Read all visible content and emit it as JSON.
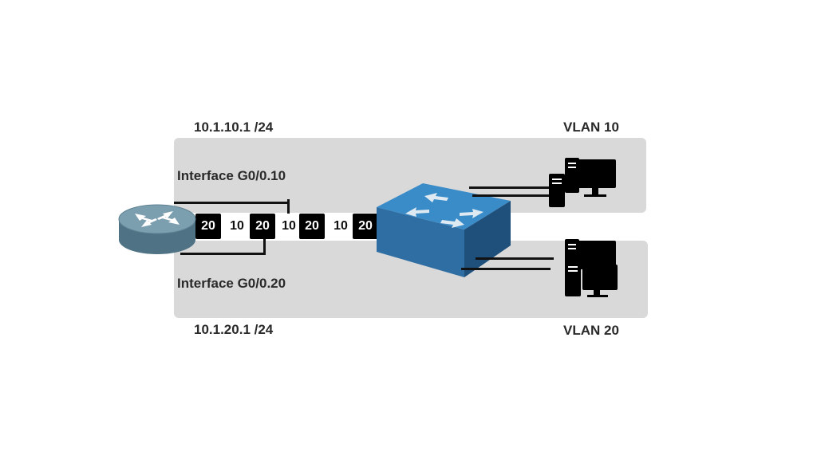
{
  "subnets": {
    "top": "10.1.10.1 /24",
    "bottom": "10.1.20.1 /24"
  },
  "interfaces": {
    "top": "Interface G0/0.10",
    "bottom": "Interface G0/0.20"
  },
  "vlans": {
    "top": "VLAN 10",
    "bottom": "VLAN 20"
  },
  "trunk_frames": [
    "20",
    "10",
    "20",
    "10",
    "20",
    "10",
    "20"
  ],
  "devices": {
    "router": "router-icon",
    "switch": "switch-icon",
    "pcs": [
      "pc-icon",
      "pc-icon",
      "pc-icon",
      "pc-icon"
    ]
  },
  "colors": {
    "vlan_box": "#d9d9d9",
    "router": "#6a8fa0",
    "switch": "#2f78ad",
    "tag": "#000000"
  }
}
